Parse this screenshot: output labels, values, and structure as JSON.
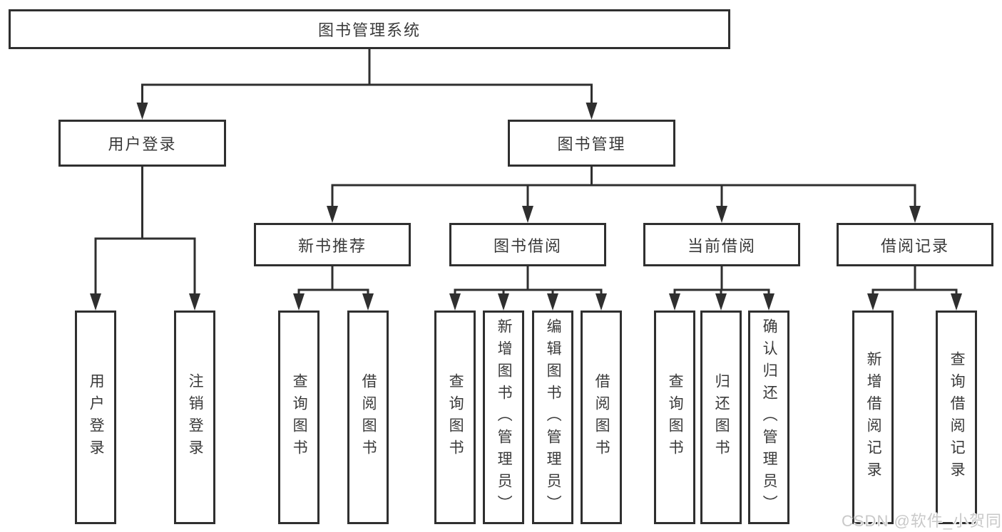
{
  "colors": {
    "line": "#2f2f2f",
    "text": "#3a3a3a",
    "box_fill": "#ffffff",
    "watermark": "#c9c9c9"
  },
  "watermark": {
    "text": "CSDN @软件_小贺同学"
  },
  "tree": {
    "label": "图书管理系统",
    "children": [
      {
        "label": "用户登录",
        "children": [
          {
            "label": "用户登录"
          },
          {
            "label": "注销登录"
          }
        ]
      },
      {
        "label": "图书管理",
        "children": [
          {
            "label": "新书推荐",
            "children": [
              {
                "label": "查询图书"
              },
              {
                "label": "借阅图书"
              }
            ]
          },
          {
            "label": "图书借阅",
            "children": [
              {
                "label": "查询图书"
              },
              {
                "label": "新增图书（管理员）"
              },
              {
                "label": "编辑图书（管理员）"
              },
              {
                "label": "借阅图书"
              }
            ]
          },
          {
            "label": "当前借阅",
            "children": [
              {
                "label": "查询图书"
              },
              {
                "label": "归还图书"
              },
              {
                "label": "确认归还（管理员）"
              }
            ]
          },
          {
            "label": "借阅记录",
            "children": [
              {
                "label": "新增借阅记录"
              },
              {
                "label": "查询借阅记录"
              }
            ]
          }
        ]
      }
    ]
  }
}
